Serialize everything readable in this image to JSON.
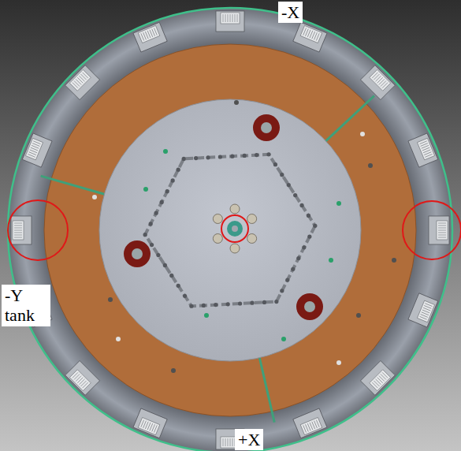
{
  "diagram": {
    "labels": [
      "-X",
      "-Y tank",
      "+X"
    ]
  }
}
